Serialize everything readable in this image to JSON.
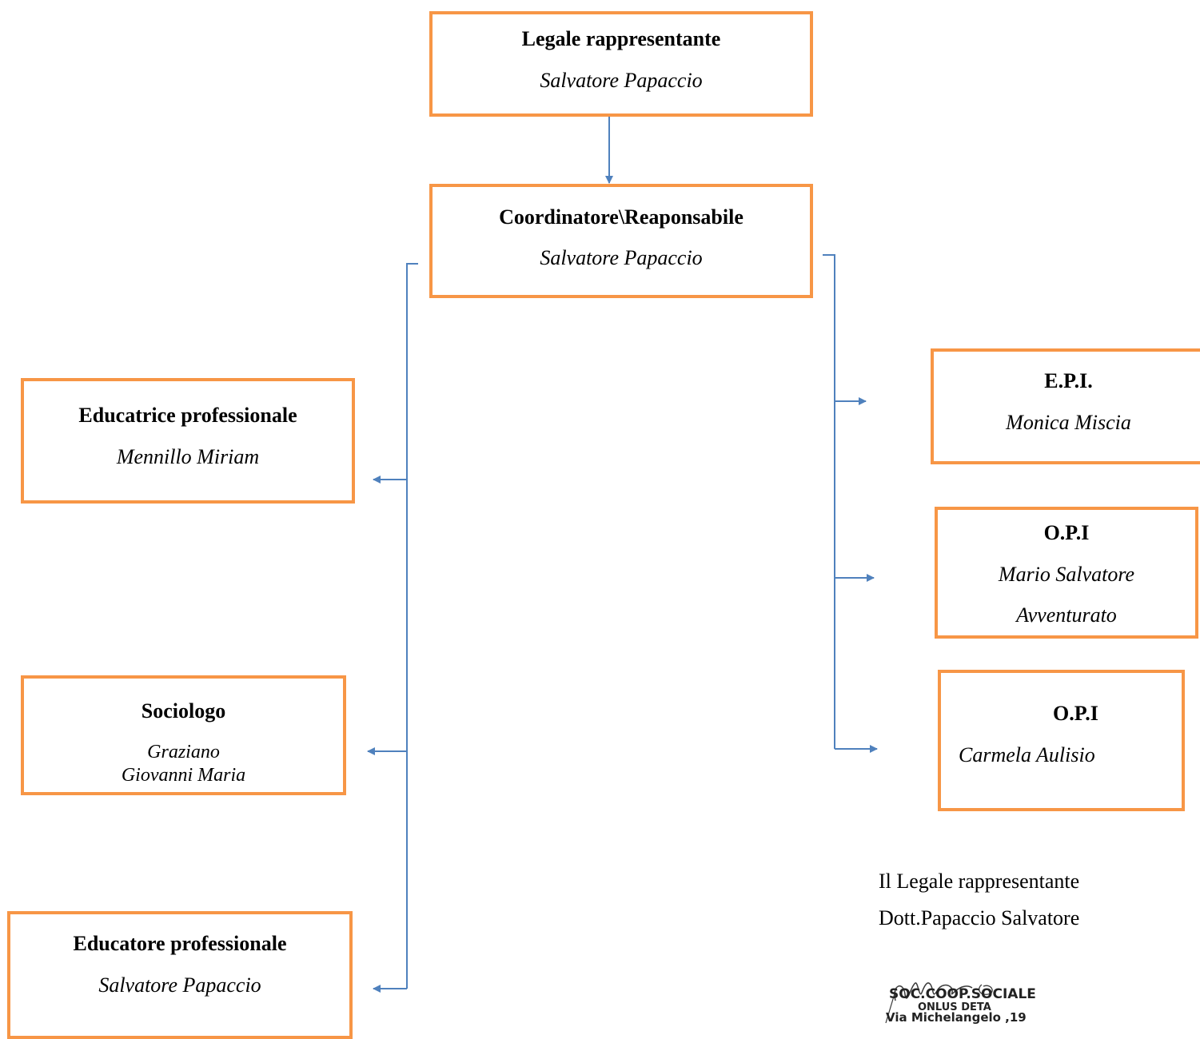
{
  "nodes": {
    "legale": {
      "role": "Legale rappresentante",
      "name": "Salvatore Papaccio"
    },
    "coordinatore": {
      "role": "Coordinatore\\Reaponsabile",
      "name": "Salvatore Papaccio"
    },
    "educatrice": {
      "role": "Educatrice professionale",
      "name": "Mennillo Miriam"
    },
    "sociologo": {
      "role": "Sociologo",
      "name_line1": "Graziano",
      "name_line2": "Giovanni Maria"
    },
    "educatore": {
      "role": "Educatore professionale",
      "name": "Salvatore Papaccio"
    },
    "epi": {
      "role": "E.P.I.",
      "name": "Monica Miscia"
    },
    "opi1": {
      "role": "O.P.I",
      "name_line1": "Mario Salvatore",
      "name_line2": "Avventurato"
    },
    "opi2": {
      "role": "O.P.I",
      "name": "Carmela Aulisio"
    }
  },
  "signature": {
    "title": "Il Legale rappresentante",
    "name": "Dott.Papaccio Salvatore",
    "stamp_line1": "SOC.COOP.SOCIALE",
    "stamp_line2": "ONLUS DETA",
    "stamp_line3": "Via Michelangelo ,19"
  },
  "colors": {
    "box_border": "#F79646",
    "connector": "#4F81BD"
  }
}
